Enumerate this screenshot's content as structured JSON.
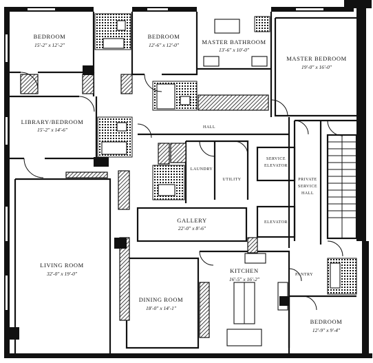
{
  "rooms": {
    "bedroom_nw": {
      "name": "BEDROOM",
      "dims": "15'-2\" x 12'-2\""
    },
    "bedroom_n": {
      "name": "BEDROOM",
      "dims": "12'-6\" x 12'-0\""
    },
    "master_bath": {
      "name": "MASTER BATHROOM",
      "dims": "13'-6\" x 10'-0\""
    },
    "master_bed": {
      "name": "MASTER BEDROOM",
      "dims": "19'-0\" x 16'-0\""
    },
    "library": {
      "name": "LIBRARY/BEDROOM",
      "dims": "15'-2\" x 14'-6\""
    },
    "hall": {
      "name": "HALL"
    },
    "laundry": {
      "name": "LAUNDRY"
    },
    "utility": {
      "name": "UTILITY"
    },
    "service_elevator": {
      "line1": "SERVICE",
      "line2": "ELEVATOR"
    },
    "private_hall": {
      "line1": "PRIVATE",
      "line2": "SERVICE",
      "line3": "HALL"
    },
    "gallery": {
      "name": "GALLERY",
      "dims": "22'-0\" x 8'-6\""
    },
    "elevator": {
      "name": "ELEVATOR"
    },
    "living": {
      "name": "LIVING ROOM",
      "dims": "32'-0\" x 19'-0\""
    },
    "kitchen": {
      "name": "KITCHEN",
      "dims": "16'-5\" x 16'-2\""
    },
    "pantry": {
      "name": "PANTRY"
    },
    "dining": {
      "name": "DINING ROOM",
      "dims": "18'-0\" x 14'-1\""
    },
    "bedroom_se": {
      "name": "BEDROOM",
      "dims": "12'-9\" x 9'-4\""
    }
  }
}
